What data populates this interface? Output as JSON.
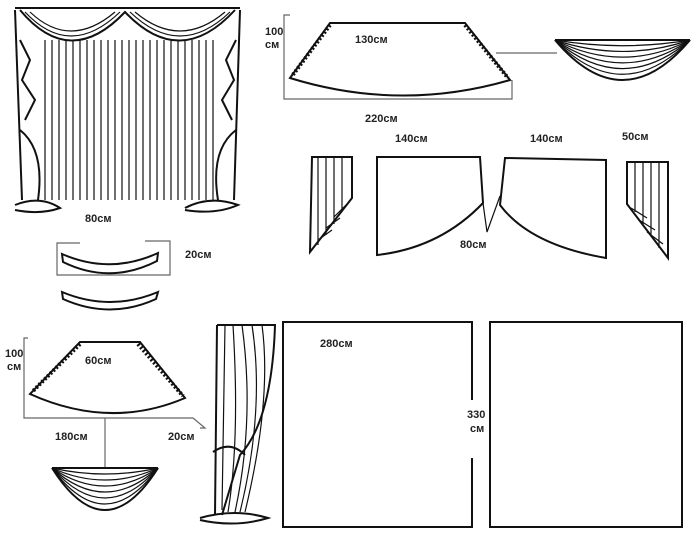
{
  "diagram": {
    "top_swag": {
      "height": "100",
      "height_unit": "см",
      "top_width": "130см",
      "bottom_width": "220см"
    },
    "valance_panels": {
      "left_width": "140см",
      "right_width": "140см",
      "gap": "80см",
      "jabot_width": "50см"
    },
    "crescent": {
      "width": "80см",
      "height": "20см"
    },
    "lower_swag": {
      "height": "100",
      "height_unit": "см",
      "top_width": "60см",
      "bottom_width": "180см",
      "side": "20см"
    },
    "curtain_panels": {
      "width": "280см",
      "height": "330",
      "height_unit": "см"
    }
  }
}
